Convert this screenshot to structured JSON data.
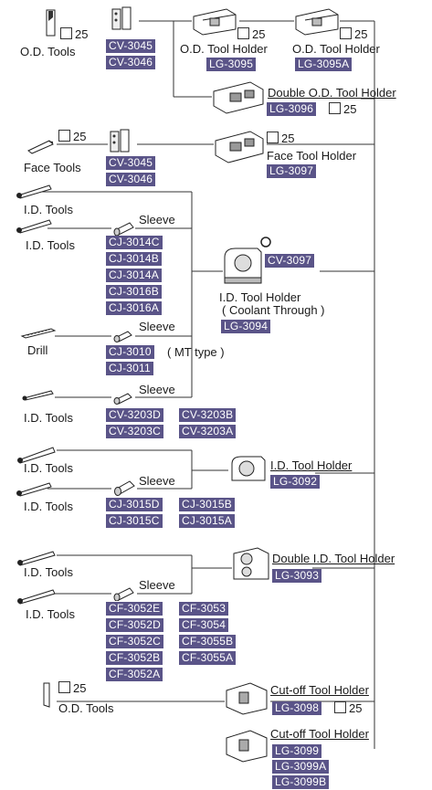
{
  "colors": {
    "code_bg": "#5a5488",
    "code_text": "#ffffff",
    "line": "#333333"
  },
  "qty_25": "25",
  "od_section": {
    "od_tools": "O.D. Tools",
    "codes": [
      "CV-3045",
      "CV-3046"
    ],
    "od_holder": "O.D. Tool Holder",
    "od_holder_code": "LG-3095",
    "od_holder2": "O.D. Tool Holder",
    "od_holder2_code": "LG-3095A",
    "double_od": "Double O.D. Tool Holder",
    "double_od_code": "LG-3096"
  },
  "face_section": {
    "face_tools": "Face Tools",
    "codes": [
      "CV-3045",
      "CV-3046"
    ],
    "holder": "Face Tool Holder",
    "holder_code": "LG-3097"
  },
  "coolant_section": {
    "id_tools_1": "I.D. Tools",
    "id_tools_2": "I.D. Tools",
    "sleeve_1": "Sleeve",
    "sleeve_codes_1": [
      "CJ-3014C",
      "CJ-3014B",
      "CJ-3014A",
      "CJ-3016B",
      "CJ-3016A"
    ],
    "drill": "Drill",
    "sleeve_2": "Sleeve",
    "sleeve_codes_2": [
      "CJ-3010",
      "CJ-3011"
    ],
    "mt_type": "( MT type )",
    "id_tools_3": "I.D. Tools",
    "sleeve_3": "Sleeve",
    "sleeve_codes_3_left": [
      "CV-3203D",
      "CV-3203C"
    ],
    "sleeve_codes_3_right": [
      "CV-3203B",
      "CV-3203A"
    ],
    "nozzle_code": "CV-3097",
    "holder_line1": "I.D. Tool Holder",
    "holder_line2": "( Coolant Through )",
    "holder_code": "LG-3094"
  },
  "id_section": {
    "id_tools_1": "I.D. Tools",
    "id_tools_2": "I.D. Tools",
    "sleeve": "Sleeve",
    "codes_left": [
      "CJ-3015D",
      "CJ-3015C"
    ],
    "codes_right": [
      "CJ-3015B",
      "CJ-3015A"
    ],
    "holder": "I.D. Tool Holder",
    "holder_code": "LG-3092"
  },
  "double_id_section": {
    "id_tools_1": "I.D. Tools",
    "id_tools_2": "I.D. Tools",
    "sleeve": "Sleeve",
    "codes_left": [
      "CF-3052E",
      "CF-3052D",
      "CF-3052C",
      "CF-3052B",
      "CF-3052A"
    ],
    "codes_right": [
      "CF-3053",
      "CF-3054",
      "CF-3055B",
      "CF-3055A"
    ],
    "holder": "Double I.D. Tool Holder",
    "holder_code": "LG-3093"
  },
  "cutoff_section": {
    "od_tools": "O.D. Tools",
    "holder1": "Cut-off Tool Holder",
    "holder1_code": "LG-3098",
    "holder2": "Cut-off Tool Holder",
    "holder2_codes": [
      "LG-3099",
      "LG-3099A",
      "LG-3099B"
    ]
  }
}
